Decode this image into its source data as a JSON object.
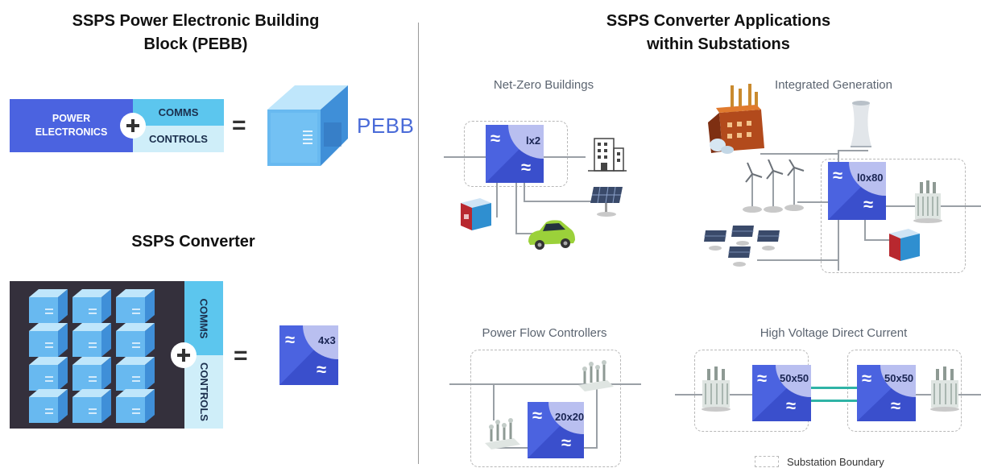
{
  "left_panel": {
    "pebb_title_line1": "SSPS Power Electronic Building",
    "pebb_title_line2": "Block (PEBB)",
    "power_electronics_line1": "POWER",
    "power_electronics_line2": "ELECTRONICS",
    "comms": "COMMS",
    "controls": "CONTROLS",
    "equals": "=",
    "pebb_label": "PEBB",
    "converter_title": "SSPS Converter",
    "converter_rating": "4x3"
  },
  "right_panel": {
    "title_line1": "SSPS Converter Applications",
    "title_line2": "within Substations",
    "netzero": {
      "label": "Net-Zero Buildings",
      "rating": "lx2"
    },
    "integrated": {
      "label": "Integrated Generation",
      "rating": "l0x80"
    },
    "powerflow": {
      "label": "Power Flow Controllers",
      "rating": "20x20"
    },
    "hvdc": {
      "label": "High Voltage Direct Current",
      "rating_a": "50x50",
      "rating_b": "50x50"
    },
    "legend": "Substation Boundary"
  },
  "colors": {
    "converter_blue": "#4b63e0",
    "converter_dark": "#3a4fcc",
    "converter_lavender": "#b9bff0",
    "comms_cyan": "#5cc6ee",
    "controls_light": "#cfeef9",
    "panel_dark": "#34303c",
    "hvdc_link": "#2fb3a6"
  },
  "icons": {
    "wave": "≈"
  }
}
